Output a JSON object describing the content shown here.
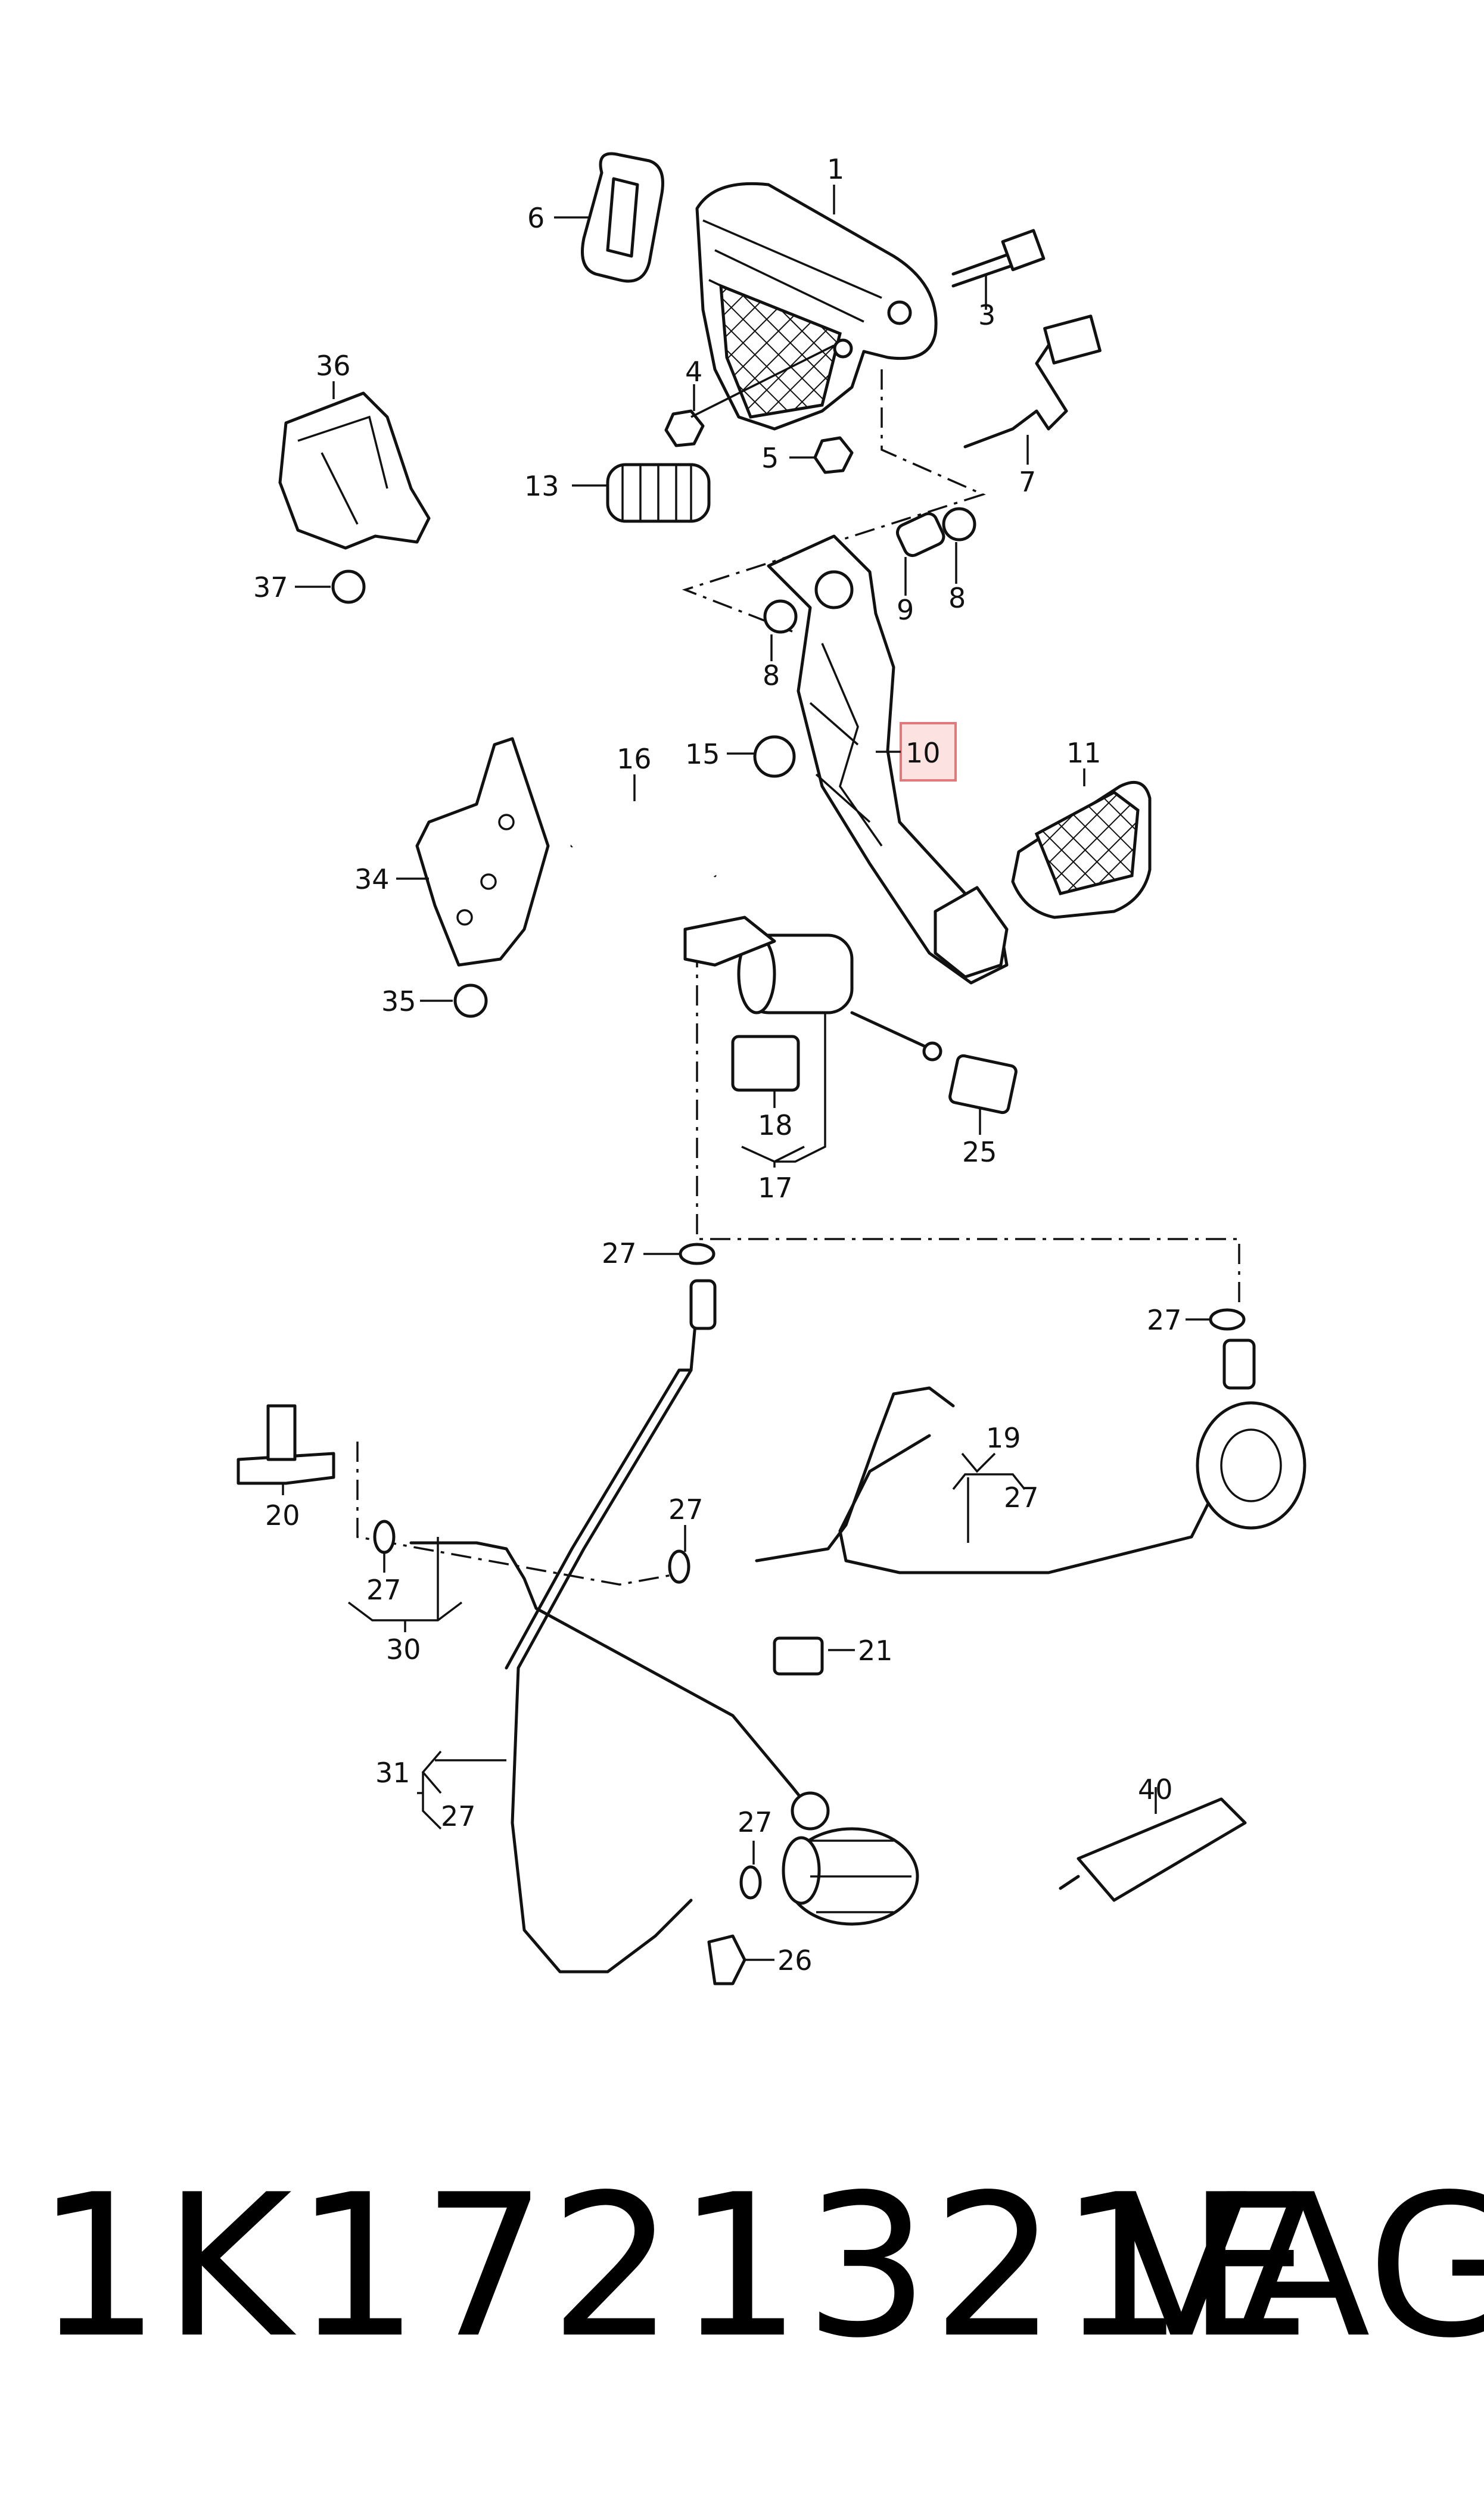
{
  "footer": {
    "part_number": "1K1721321E",
    "brand": "VAG"
  },
  "highlight_color": "#fde2e2",
  "callouts": {
    "c1": "1",
    "c3": "3",
    "c4": "4",
    "c5": "5",
    "c6": "6",
    "c7": "7",
    "c8a": "8",
    "c8b": "8",
    "c9": "9",
    "c10": "10",
    "c11": "11",
    "c13": "13",
    "c15": "15",
    "c16": "16",
    "c17": "17",
    "c18": "18",
    "c19": "19",
    "c19_27": "27",
    "c20": "20",
    "c21": "21",
    "c25": "25",
    "c26": "26",
    "c27a": "27",
    "c27b": "27",
    "c27c": "27",
    "c27d": "27",
    "c27e": "27",
    "c30": "30",
    "c31": "31",
    "c31_27": "27",
    "c34": "34",
    "c35": "35",
    "c36": "36",
    "c37": "37",
    "c40": "40"
  }
}
